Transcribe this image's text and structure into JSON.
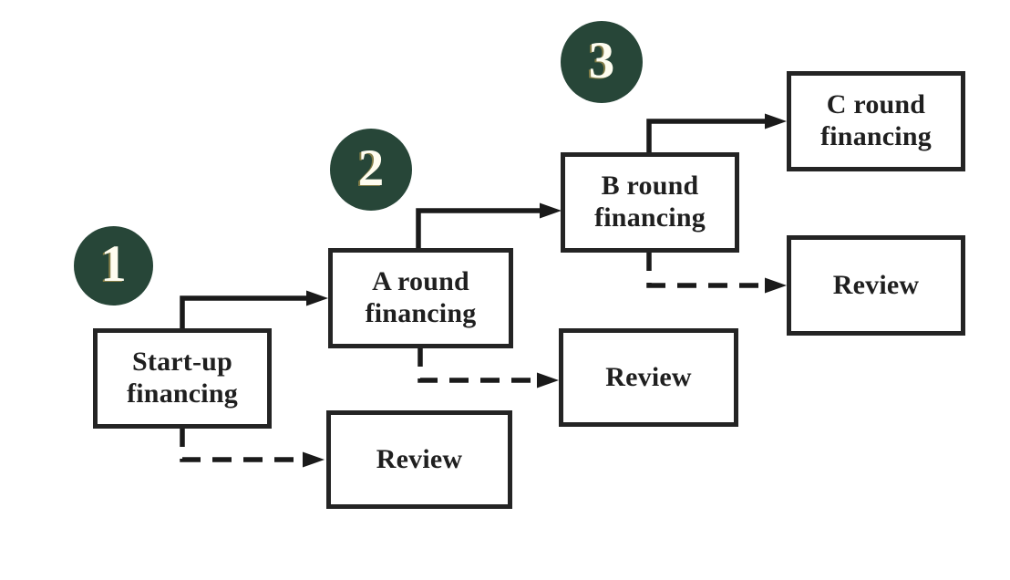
{
  "colors": {
    "badge_fill": "#274638",
    "badge_text": "#fffdf0",
    "line": "#1a1a1a",
    "box_border": "#242424",
    "box_fill": "#ffffff",
    "box_text": "#1f1f1f",
    "canvas_bg": "#ffffff"
  },
  "badges": [
    {
      "number": "1"
    },
    {
      "number": "2"
    },
    {
      "number": "3"
    }
  ],
  "nodes": [
    {
      "id": "startup",
      "lines": [
        "Start-up",
        "financing"
      ]
    },
    {
      "id": "a-round",
      "lines": [
        "A round",
        "financing"
      ]
    },
    {
      "id": "b-round",
      "lines": [
        "B round",
        "financing"
      ]
    },
    {
      "id": "c-round",
      "lines": [
        "C round",
        "financing"
      ]
    },
    {
      "id": "review-1",
      "lines": [
        "Review"
      ]
    },
    {
      "id": "review-2",
      "lines": [
        "Review"
      ]
    },
    {
      "id": "review-3",
      "lines": [
        "Review"
      ]
    }
  ],
  "connections": [
    {
      "from": "Start-up financing",
      "to": "A round financing",
      "style": "solid"
    },
    {
      "from": "A round financing",
      "to": "B round financing",
      "style": "solid"
    },
    {
      "from": "B round financing",
      "to": "C round financing",
      "style": "solid"
    },
    {
      "from": "Start-up financing",
      "to": "Review",
      "style": "dashed"
    },
    {
      "from": "A round financing",
      "to": "Review",
      "style": "dashed"
    },
    {
      "from": "B round financing",
      "to": "Review",
      "style": "dashed"
    }
  ]
}
